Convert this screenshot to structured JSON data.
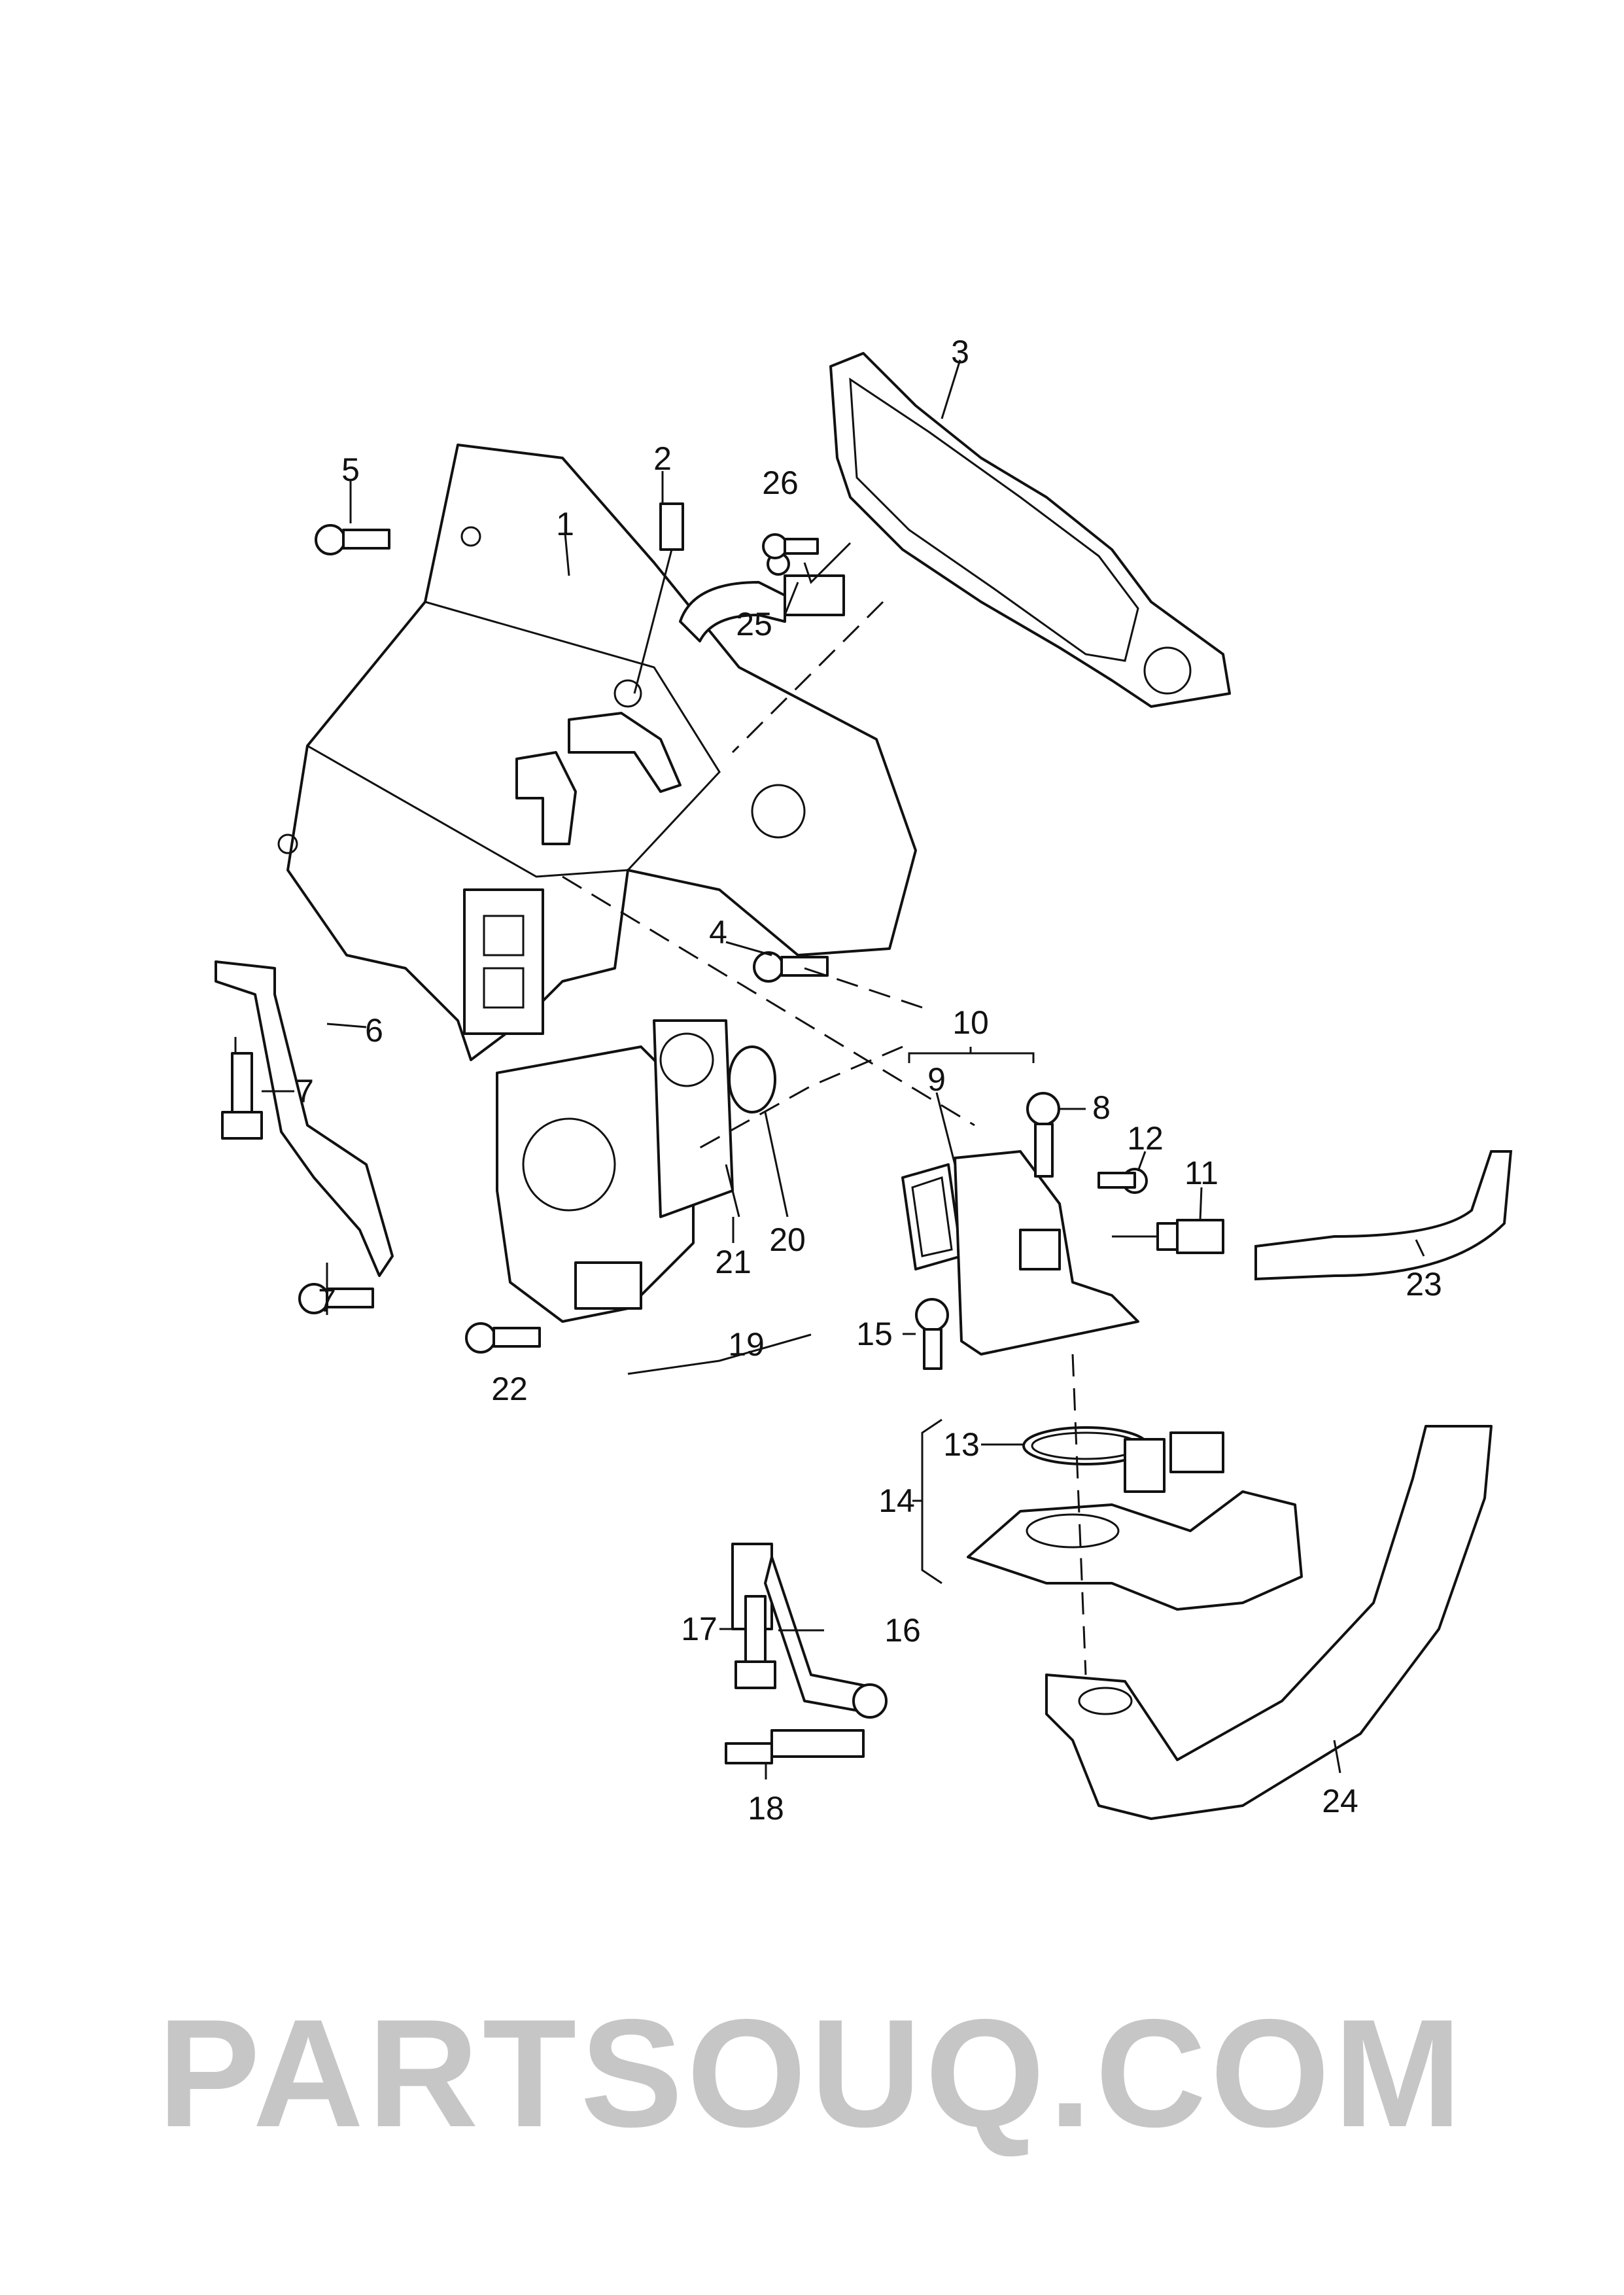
{
  "watermark": "PARTSOUQ.COM",
  "callouts": {
    "c1": "1",
    "c2": "2",
    "c3": "3",
    "c4": "4",
    "c5": "5",
    "c6": "6",
    "c7a": "7",
    "c7b": "7",
    "c8": "8",
    "c9": "9",
    "c10": "10",
    "c11": "11",
    "c12": "12",
    "c13": "13",
    "c14": "14",
    "c15": "15",
    "c16": "16",
    "c17": "17",
    "c18": "18",
    "c19": "19",
    "c20": "20",
    "c21": "21",
    "c22": "22",
    "c23": "23",
    "c24": "24",
    "c25": "25",
    "c26": "26"
  }
}
